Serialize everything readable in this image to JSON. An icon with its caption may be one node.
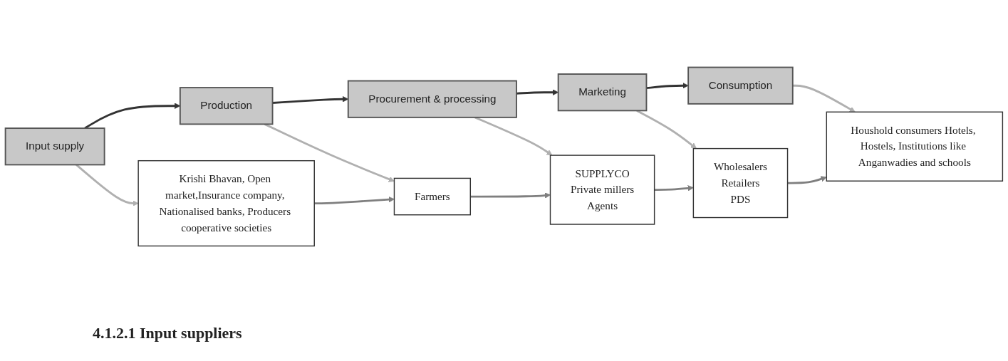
{
  "diagram": {
    "nodes": [
      {
        "text": [
          "Input supply"
        ]
      },
      {
        "text": [
          "Production"
        ]
      },
      {
        "text": [
          "Procurement & processing"
        ]
      },
      {
        "text": [
          "Marketing"
        ]
      },
      {
        "text": [
          "Consumption"
        ]
      },
      {
        "text": [
          "Krishi Bhavan, Open market,Insurance company, Nationalised banks, Producers cooperative societies"
        ]
      },
      {
        "text": [
          "Farmers"
        ]
      },
      {
        "text": [
          "SUPPLYCO",
          "Private millers",
          "Agents"
        ]
      },
      {
        "text": [
          "Wholesalers",
          "Retailers",
          "PDS"
        ]
      },
      {
        "text": [
          "Houshold consumers Hotels, Hostels, Institutions like Anganwadies and schools"
        ]
      }
    ],
    "edges": [
      {
        "from": 0,
        "to": 1,
        "arrow": "to",
        "color": "#333333"
      },
      {
        "from": 1,
        "to": 2,
        "arrow": "to",
        "color": "#333333"
      },
      {
        "from": 2,
        "to": 3,
        "arrow": "to",
        "color": "#333333"
      },
      {
        "from": 3,
        "to": 4,
        "arrow": "to",
        "color": "#333333"
      },
      {
        "from": 0,
        "to": 5,
        "arrow": "to",
        "color": "#b0b0b0"
      },
      {
        "from": 1,
        "to": 6,
        "arrow": "to",
        "color": "#b0b0b0"
      },
      {
        "from": 2,
        "to": 7,
        "arrow": "to",
        "color": "#b0b0b0"
      },
      {
        "from": 3,
        "to": 8,
        "arrow": "to",
        "color": "#b0b0b0"
      },
      {
        "from": 4,
        "to": 9,
        "arrow": "to",
        "color": "#b0b0b0"
      },
      {
        "from": 5,
        "to": 6,
        "arrow": "to",
        "color": "#7f7f7f"
      },
      {
        "from": 6,
        "to": 7,
        "arrow": "to",
        "color": "#7f7f7f"
      },
      {
        "from": 7,
        "to": 8,
        "arrow": "to",
        "color": "#7f7f7f"
      },
      {
        "from": 8,
        "to": 9,
        "arrow": "to",
        "color": "#7f7f7f"
      }
    ],
    "labels": [
      "4.1.2.1 Input suppliers"
    ]
  }
}
